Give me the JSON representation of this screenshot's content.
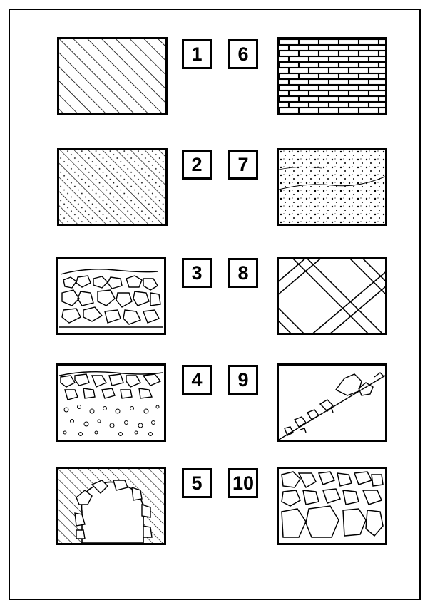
{
  "labels": {
    "n1": "1",
    "n2": "2",
    "n3": "3",
    "n4": "4",
    "n5": "5",
    "n6": "6",
    "n7": "7",
    "n8": "8",
    "n9": "9",
    "n10": "10"
  },
  "panels": [
    {
      "label": "1",
      "pattern": "diagonal-hatch"
    },
    {
      "label": "2",
      "pattern": "dotted-hatch"
    },
    {
      "label": "3",
      "pattern": "rubble-stones"
    },
    {
      "label": "4",
      "pattern": "stones-over-gravel"
    },
    {
      "label": "5",
      "pattern": "hatched-cavity"
    },
    {
      "label": "6",
      "pattern": "brick-masonry"
    },
    {
      "label": "7",
      "pattern": "stippled-concrete"
    },
    {
      "label": "8",
      "pattern": "crossed-timber"
    },
    {
      "label": "9",
      "pattern": "diagonal-rock-slope"
    },
    {
      "label": "10",
      "pattern": "coarse-boulders"
    }
  ],
  "colors": {
    "ink": "#000000",
    "paper": "#ffffff"
  }
}
